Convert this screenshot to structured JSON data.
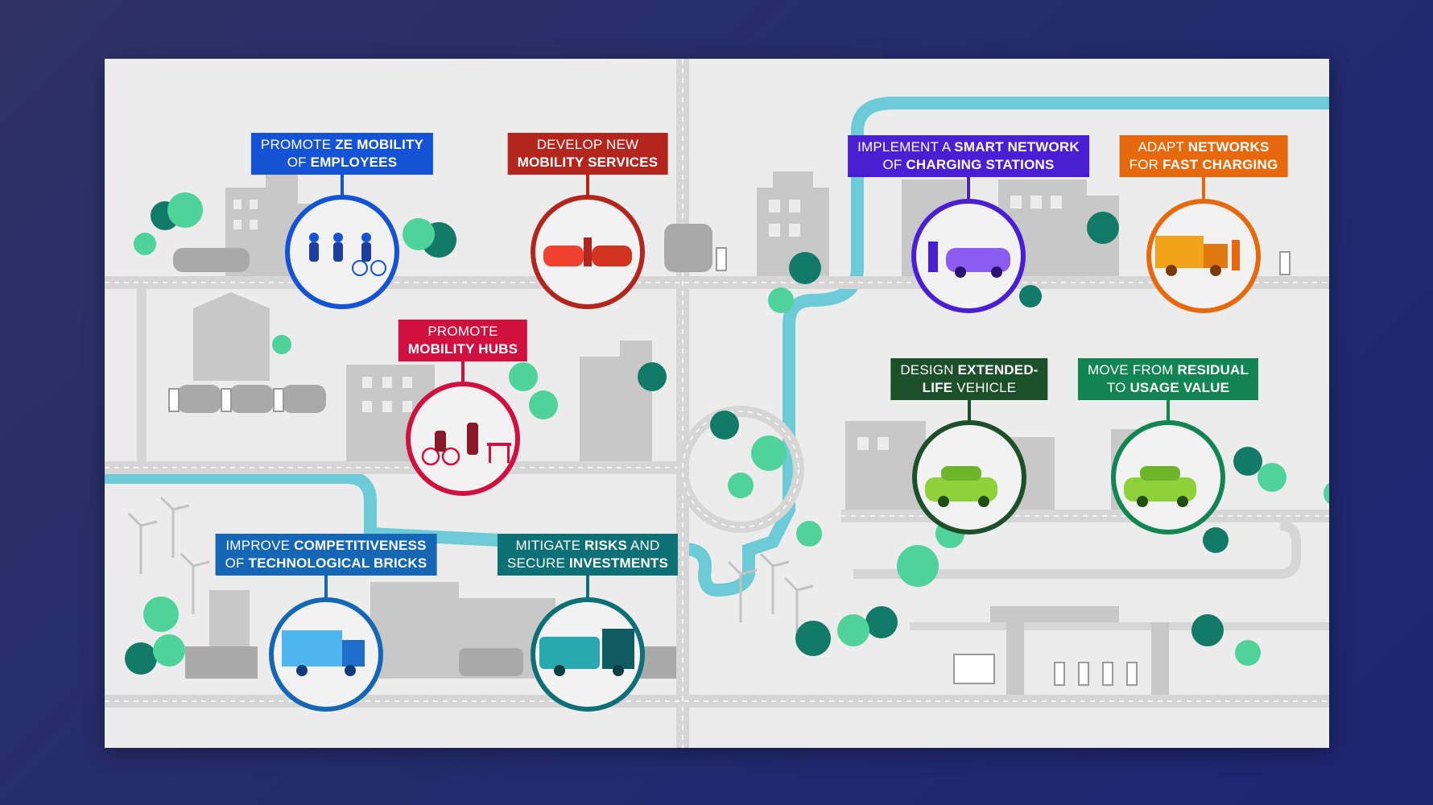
{
  "steps": [
    {
      "id": "ze-mobility",
      "color": "#1553d6",
      "line1_light": "PROMOTE ",
      "line1_bold": "ZE MOBILITY",
      "line2_light": "OF ",
      "line2_bold": "EMPLOYEES"
    },
    {
      "id": "mobility-services",
      "color": "#b3261e",
      "line1_light": "DEVELOP NEW",
      "line1_bold": "",
      "line2_light": "",
      "line2_bold": "MOBILITY SERVICES"
    },
    {
      "id": "mobility-hubs",
      "color": "#d0103e",
      "line1_light": "PROMOTE",
      "line1_bold": "",
      "line2_light": "",
      "line2_bold": "MOBILITY HUBS"
    },
    {
      "id": "technological-bricks",
      "color": "#1566b5",
      "line1_light": "IMPROVE ",
      "line1_bold": "COMPETITIVENESS",
      "line2_light": "OF ",
      "line2_bold": "TECHNOLOGICAL BRICKS"
    },
    {
      "id": "secure-investments",
      "color": "#0e7077",
      "line1_light": "MITIGATE ",
      "line1_bold": "RISKS",
      "line1_tail": " AND",
      "line2_light": "SECURE ",
      "line2_bold": "INVESTMENTS"
    },
    {
      "id": "smart-network",
      "color": "#4a1fd4",
      "line1_light": "IMPLEMENT A ",
      "line1_bold": "SMART NETWORK",
      "line2_light": "OF ",
      "line2_bold": "CHARGING STATIONS"
    },
    {
      "id": "fast-charging",
      "color": "#e66a0d",
      "line1_light": "ADAPT ",
      "line1_bold": "NETWORKS",
      "line2_light": "FOR ",
      "line2_bold": "FAST CHARGING"
    },
    {
      "id": "extended-life",
      "color": "#1d4f2a",
      "line1_light": "DESIGN ",
      "line1_bold": "EXTENDED-",
      "line2_light": "",
      "line2_bold": "LIFE",
      "line2_tail": " VEHICLE"
    },
    {
      "id": "usage-value",
      "color": "#128553",
      "line1_light": "MOVE FROM ",
      "line1_bold": "RESIDUAL",
      "line2_light": "TO ",
      "line2_bold": "USAGE VALUE"
    }
  ],
  "colors": {
    "board": "#ececec",
    "road": "#d5d5d5",
    "building": "#c4c4c4",
    "river": "#6ccbd6",
    "tree_light": "#4fd39a",
    "tree_dark": "#127a66"
  }
}
